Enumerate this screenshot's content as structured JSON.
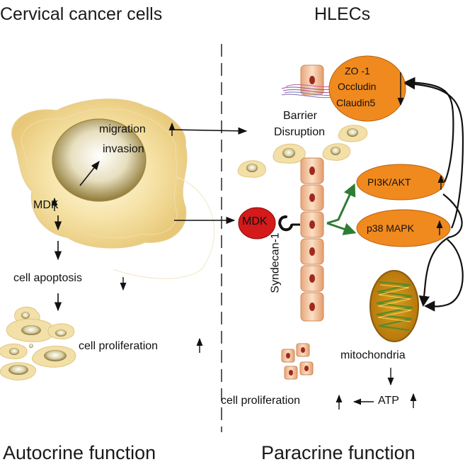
{
  "headers": {
    "left": "Cervical cancer cells",
    "right": "HLECs"
  },
  "footers": {
    "left": "Autocrine function",
    "right": "Paracrine function"
  },
  "left_panel": {
    "migration": "migration",
    "invasion": "invasion",
    "mdk": "MDK",
    "apoptosis": "cell apoptosis",
    "proliferation": "cell proliferation"
  },
  "right_panel": {
    "tight_junctions": [
      "ZO -1",
      "Occludin",
      "Claudin5"
    ],
    "barrier_line1": "Barrier",
    "barrier_line2": "Disruption",
    "mdk": "MDK",
    "syndecan": "Syndecan-1",
    "pi3k": "PI3K/AKT",
    "p38": "p38 MAPK",
    "mitochondria": "mitochondria",
    "atp": "ATP",
    "proliferation": "cell proliferation"
  },
  "colors": {
    "orange": "#f08a1e",
    "mdk_red": "#d41a1a",
    "green_arrow": "#2e7d32",
    "cell_tan": "#f3d9a0",
    "nucleus_gold": "#b08a3a"
  }
}
